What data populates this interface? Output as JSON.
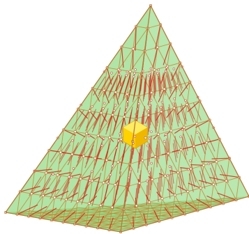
{
  "figure": {
    "subject": "tetrahedral-lattice-render",
    "subdivisions": 10,
    "colors": {
      "background": "#ffffff",
      "face_fill": "#6fcf5f",
      "face_fill_opacity": 0.55,
      "face_grid": "#c98a3c",
      "inner_edge": "#d81b12",
      "node": "#f2f2f2",
      "node_outline": "#b56a2a",
      "core_fill": "#ffd200",
      "core_highlight": "#fff06a",
      "core_shadow": "#e6a500",
      "outline": "#b87a3a"
    }
  }
}
